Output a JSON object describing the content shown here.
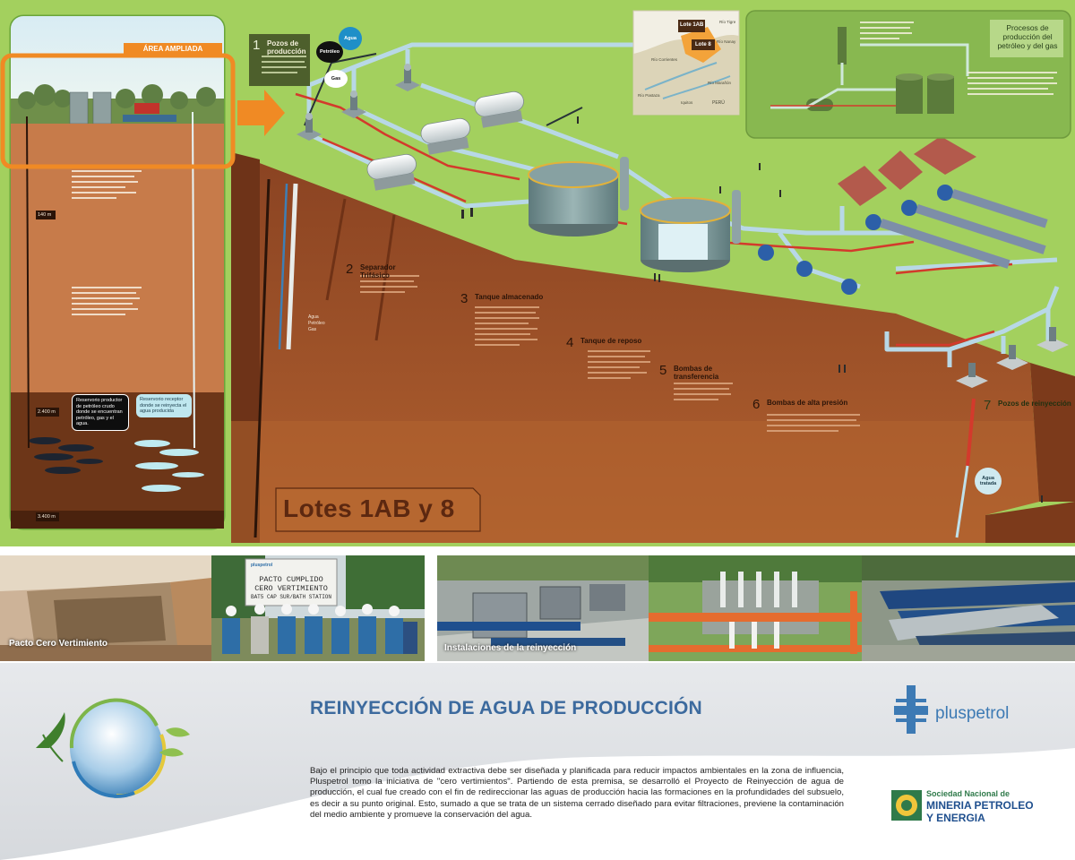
{
  "poster": {
    "zoom_label": "ÁREA AMPLIADA",
    "lots_title": "Lotes 1AB y 8",
    "right_panel_title": "Procesos de producción del petróleo y del gas",
    "map_labels": [
      "Lote 1AB",
      "Lote 8",
      "Río Tigre",
      "Río Marañón",
      "Río Nanay",
      "PERÚ",
      "Río Corrientes",
      "Río Pastaza",
      "Iquitos"
    ],
    "depth_labels": [
      "140 m",
      "2.400 m",
      "3.400 m"
    ],
    "bubble_black": "Reservorio productor de petróleo crudo donde se encuentran petróleo, gas y el agua.",
    "bubble_cyan": "Reservorio receptor donde se reinyecta el agua producida",
    "pipe_labels": [
      "Agua",
      "Petróleo",
      "Gas"
    ],
    "bubble_labels": {
      "agua": "Agua",
      "petroleo": "Petróleo",
      "gas": "Gas",
      "agua_tratada": "Agua tratada"
    },
    "steps": [
      {
        "num": "1",
        "title": "Pozos de producción"
      },
      {
        "num": "2",
        "title": "Separador Trifásico"
      },
      {
        "num": "3",
        "title": "Tanque almacenado"
      },
      {
        "num": "4",
        "title": "Tanque de reposo"
      },
      {
        "num": "5",
        "title": "Bombas de transferencia"
      },
      {
        "num": "6",
        "title": "Bombas de alta presión"
      },
      {
        "num": "7",
        "title": "Pozos de reinyección"
      }
    ]
  },
  "photos": [
    {
      "caption": "Pacto Cero Vertimiento"
    },
    {
      "caption": ""
    },
    {
      "caption": "Instalaciones de la reinyección"
    },
    {
      "caption": ""
    },
    {
      "caption": ""
    }
  ],
  "sign": {
    "brand": "pluspetrol",
    "lines": [
      "PACTO CUMPLIDO",
      "CERO VERTIMIENTO",
      "BAT5 CAP SUR/BATH STATION"
    ]
  },
  "footer": {
    "title": "REINYECCIÓN DE AGUA DE PRODUCCIÓN",
    "description": "Bajo el principio que toda actividad extractiva debe ser diseñada y planificada para reducir impactos ambientales en la zona de influencia, Pluspetrol tomo la iniciativa de \"cero vertimientos\". Partiendo de esta premisa, se desarrolló el Proyecto de Reinyección de agua de producción, el cual fue creado con el fin de redireccionar las aguas de producción hacia las formaciones en la profundidades del subsuelo, es decir a su punto original. Esto, sumado a que se trata de un sistema cerrado diseñado para evitar filtraciones, previene la contaminación del medio ambiente y promueve la conservación del agua.",
    "pluspetrol_logo": "pluspetrol",
    "snmpe_line1": "Sociedad Nacional de",
    "snmpe_line2": "MINERIA PETROLEO",
    "snmpe_line3": "Y ENERGIA"
  },
  "colors": {
    "grass": "#a4d05f",
    "soil": "#a7582e",
    "soil_dark": "#7b3a1c",
    "pipe": "#b8d8e6",
    "title_blue": "#3c6a9e",
    "orange_frame": "#f08a24"
  }
}
